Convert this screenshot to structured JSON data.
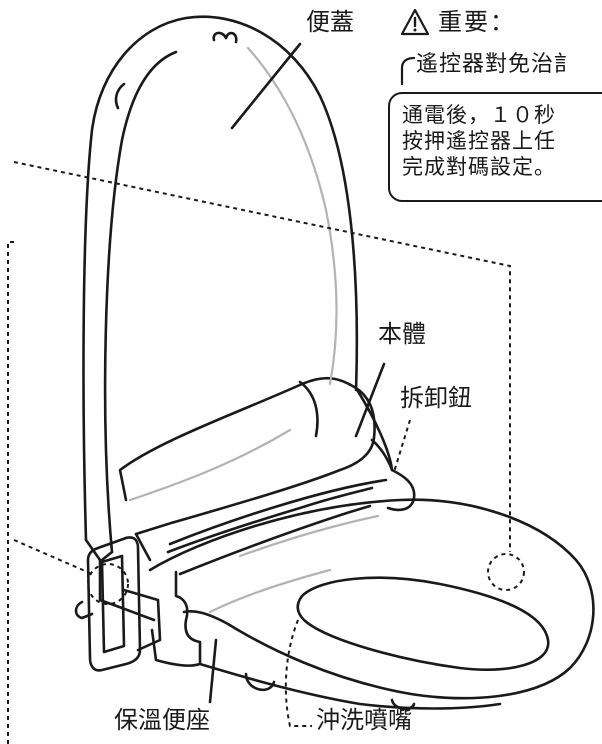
{
  "labels": {
    "lid": "便蓋",
    "body": "本體",
    "release_button": "拆卸鈕",
    "heated_seat": "保溫便座",
    "nozzle": "沖洗噴嘴"
  },
  "notice": {
    "icon": "warning-triangle-icon",
    "title": "重要：",
    "subtitle": "遙控器對免治訁",
    "lines": [
      "通電後，１０秒",
      "按押遙控器上任",
      "完成對碼設定。"
    ]
  }
}
